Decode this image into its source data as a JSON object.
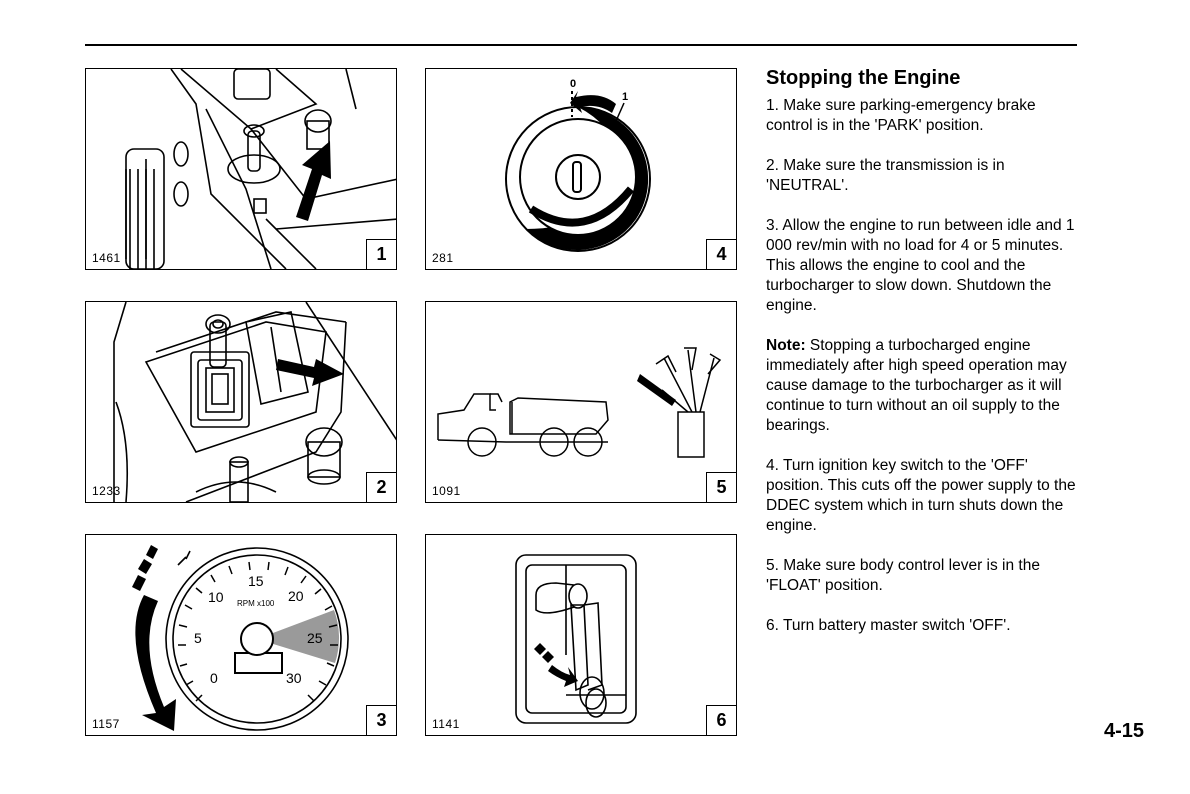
{
  "section": {
    "title": "Stopping the Engine",
    "steps": [
      "1. Make sure parking-emergency brake control is in the 'PARK' position.",
      "2. Make sure the transmission is in 'NEUTRAL'.",
      "3. Allow the engine to run between idle and 1 000 rev/min with no load for 4 or 5 minutes. This allows the engine to cool and the turbocharger to slow down. Shutdown the engine."
    ],
    "note_label": "Note:",
    "note_text": " Stopping a turbocharged engine immediately after high speed operation may cause damage to the turbocharger as it will continue to turn without an oil supply to the bearings.",
    "steps_after": [
      "4. Turn ignition key switch to the 'OFF' position. This cuts off the power supply to the DDEC system which in turn shuts down the engine.",
      "5. Make sure body control lever is in the 'FLOAT' position.",
      "6. Turn battery master switch 'OFF'."
    ]
  },
  "figures": [
    {
      "ref": "1461",
      "number": "1"
    },
    {
      "ref": "1233",
      "number": "2"
    },
    {
      "ref": "1157",
      "number": "3"
    },
    {
      "ref": "281",
      "number": "4"
    },
    {
      "ref": "1091",
      "number": "5"
    },
    {
      "ref": "1141",
      "number": "6"
    }
  ],
  "gauge": {
    "ticks": [
      "0",
      "5",
      "10",
      "15",
      "20",
      "25",
      "30"
    ],
    "unit": "RPM x100"
  },
  "key_switch": {
    "pos_off": "0",
    "pos_on": "1"
  },
  "page_number": "4-15"
}
